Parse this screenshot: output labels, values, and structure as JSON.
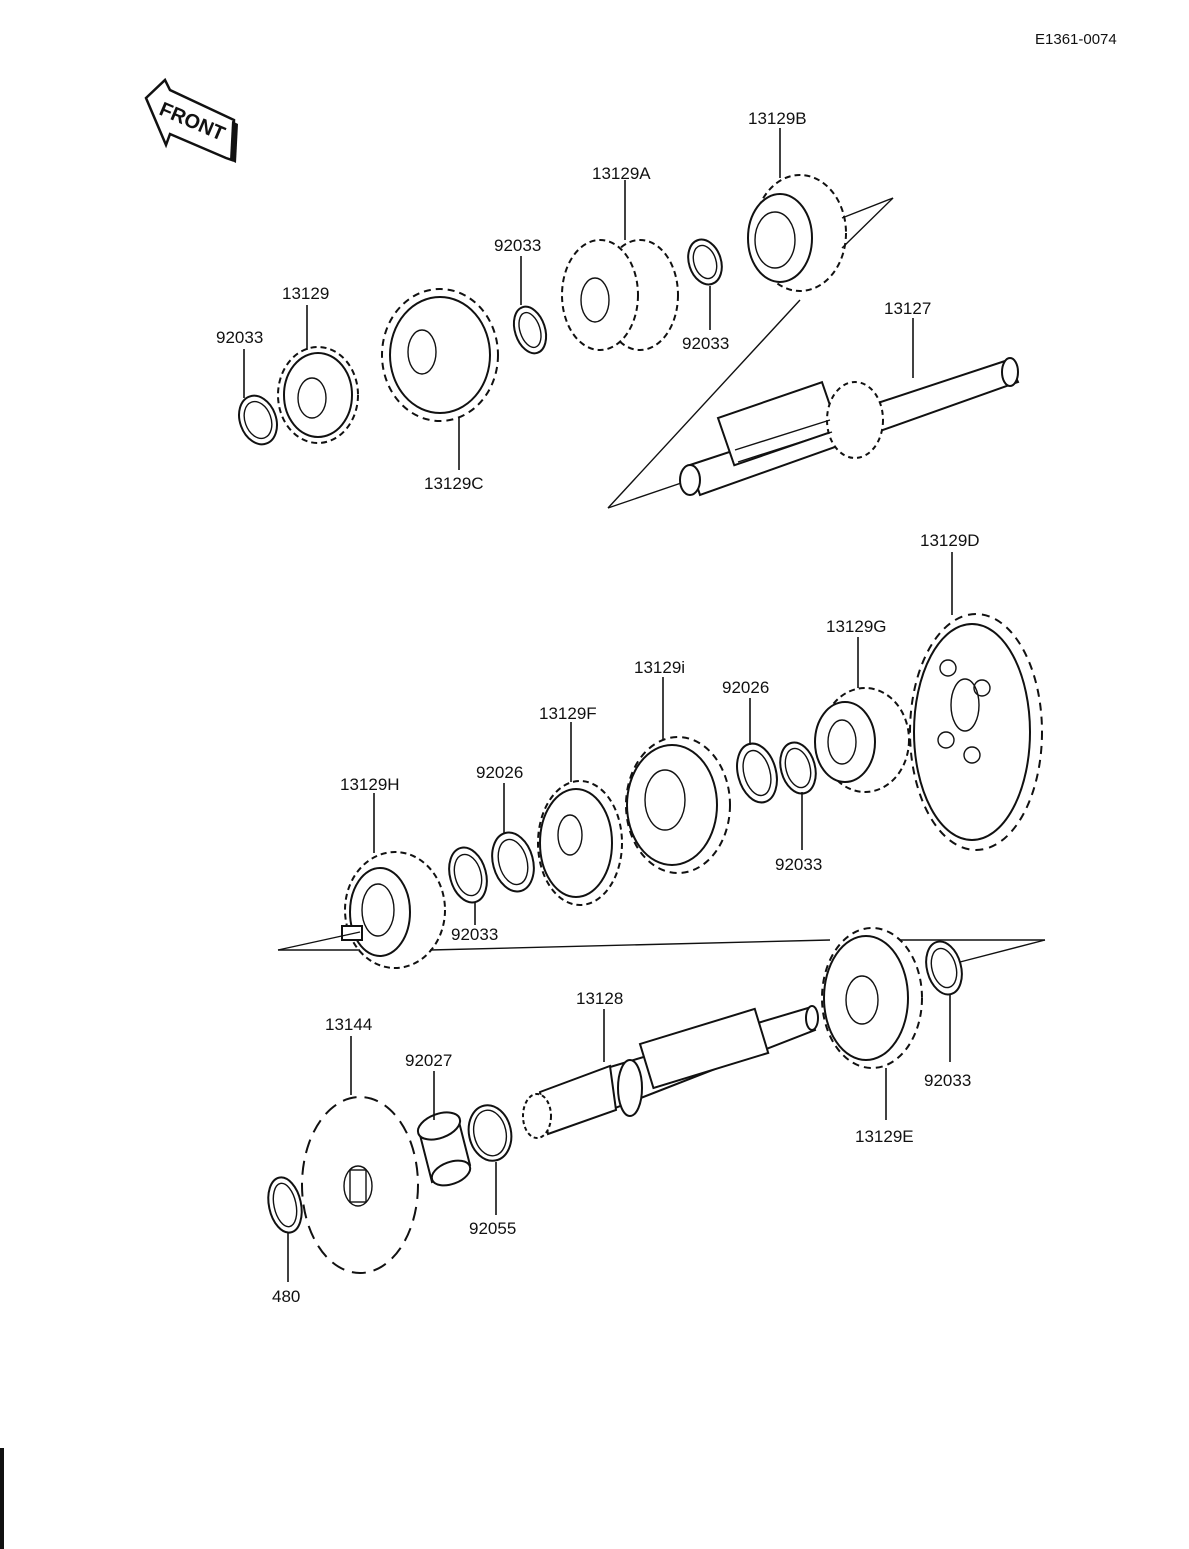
{
  "diagram_code": "E1361-0074",
  "front_label": "FRONT",
  "parts": {
    "p92033_a": "92033",
    "p13129": "13129",
    "p13129C": "13129C",
    "p92033_b": "92033",
    "p13129A": "13129A",
    "p92033_c": "92033",
    "p13129B": "13129B",
    "p13127": "13127",
    "p13129D": "13129D",
    "p13129G": "13129G",
    "p92026_a": "92026",
    "p92033_d": "92033",
    "p13129i": "13129i",
    "p13129F": "13129F",
    "p92026_b": "92026",
    "p13129H": "13129H",
    "p92033_e": "92033",
    "p13128": "13128",
    "p13129E": "13129E",
    "p92033_f": "92033",
    "p13144": "13144",
    "p92027": "92027",
    "p92055": "92055",
    "p480": "480"
  },
  "icons": {
    "front_arrow": "front-arrow-icon"
  }
}
